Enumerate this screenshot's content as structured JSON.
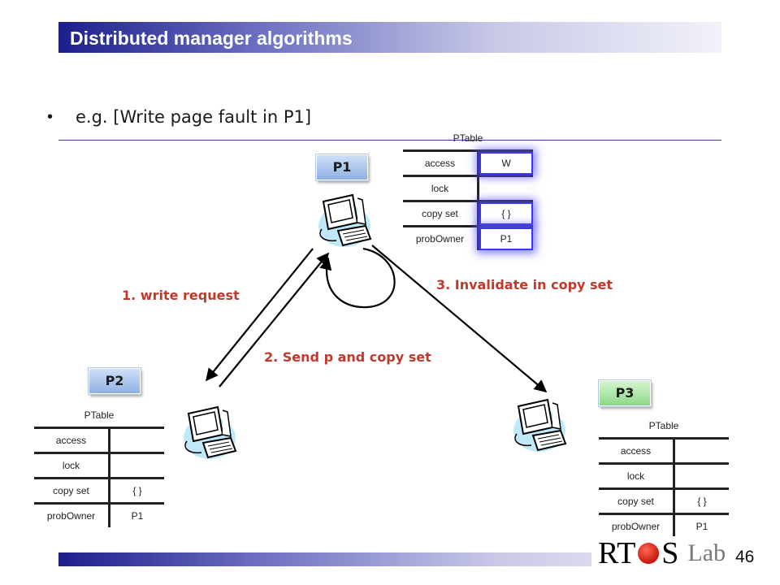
{
  "slide": {
    "title": "Distributed manager algorithms",
    "bullet": "e.g. [Write page fault in P1]",
    "page_number": "46"
  },
  "logo": {
    "part1": "RT",
    "part2": "S",
    "part3": "Lab",
    "dot_color": "#d31a0d"
  },
  "nodes": {
    "p1": "P1",
    "p2": "P2",
    "p3": "P3"
  },
  "edges": {
    "write_request": "1. write request",
    "send_copy": "2. Send p and copy set",
    "invalidate": "3. Invalidate in copy set"
  },
  "tables": {
    "p1": {
      "title": "PTable",
      "rows": [
        {
          "key": "access",
          "value": "W"
        },
        {
          "key": "lock",
          "value": ""
        },
        {
          "key": "copy set",
          "value": "{ }"
        },
        {
          "key": "probOwner",
          "value": "P1"
        }
      ]
    },
    "p2": {
      "title": "PTable",
      "rows": [
        {
          "key": "access",
          "value": ""
        },
        {
          "key": "lock",
          "value": ""
        },
        {
          "key": "copy set",
          "value": "{ }"
        },
        {
          "key": "probOwner",
          "value": "P1"
        }
      ]
    },
    "p3": {
      "title": "PTable",
      "rows": [
        {
          "key": "access",
          "value": ""
        },
        {
          "key": "lock",
          "value": ""
        },
        {
          "key": "copy set",
          "value": "{ }"
        },
        {
          "key": "probOwner",
          "value": "P1"
        }
      ]
    }
  },
  "colors": {
    "accent": "#1c1f8a",
    "edge_label": "#c0392b",
    "highlight": "#3b38f5"
  }
}
